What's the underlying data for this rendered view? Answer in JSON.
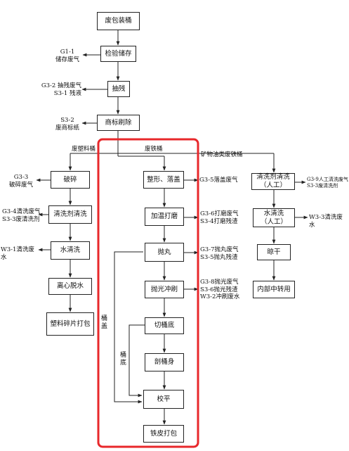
{
  "nodes": {
    "waste_bucket": "废包装桶",
    "inspect_store": "检验储存",
    "pump_residue": "抽残",
    "label_brush": "商标刷除",
    "crush": "破碎",
    "detergent_wash_left": "清洗剂清洗",
    "water_wash_left": "水清洗",
    "centrifuge": "离心脱水",
    "plastic_pack": "塑料碎片打包",
    "shape_cover": "整形、落盖",
    "heat_polish": "加温打磨",
    "shot_blast": "抛丸",
    "polish_brush": "抛光冲刷",
    "cut_bottom": "切桶底",
    "cut_body": "剖桶身",
    "flatten": "校平",
    "iron_pack": "铁皮打包",
    "detergent_wash_right": "清洗剂清洗\n（人工）",
    "water_wash_right": "水清洗\n（人工）",
    "dry": "晾干",
    "internal_transfer": "内部中转用"
  },
  "labels": {
    "g1_1": "G1-1\n储存废气",
    "g3_2": "G3-2 抽残废气\nS3-1 残液",
    "s3_2": "S3-2\n废商标纸",
    "plastic_bucket": "废塑料桶",
    "iron_bucket": "废铁桶",
    "mineral_oil_bucket": "矿物油类废铁桶",
    "g3_3": "G3-3\n破碎废气",
    "g3_4": "G3-4清洗废气\nS3-3废清洗剂",
    "w3_1": "W3-1清洗废水",
    "g3_5": "G3-5落盖废气",
    "g3_6": "G3-6打磨废气\nS3-4打磨残渣",
    "g3_7": "G3-7抛丸废气\nS3-5抛丸残渣",
    "g3_8": "G3-8抛光废气\nS3-6抛光残渣\nW3-2冲刷废水",
    "g3_9": "G3-9人工清洗废气\nS3-3废清洗剂",
    "w3_3": "W3-3清洗废水",
    "bucket_lid": "桶盖",
    "bucket_bottom": "桶底"
  },
  "colors": {
    "line": "#222222",
    "highlight": "#e8282b"
  }
}
